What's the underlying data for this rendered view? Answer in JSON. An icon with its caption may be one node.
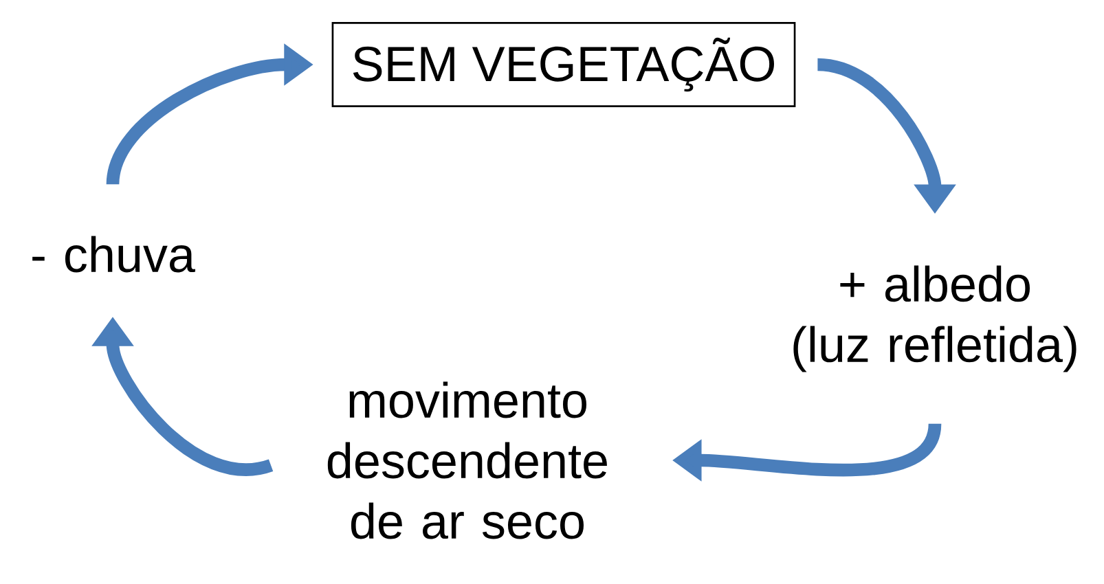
{
  "diagram": {
    "nodes": [
      {
        "text": [
          "SEM VEGETAÇÃO"
        ]
      },
      {
        "text": [
          "+ albedo (luz refletida)"
        ]
      },
      {
        "text": [
          "movimento descendente de ar seco"
        ]
      },
      {
        "text": [
          "- chuva"
        ]
      }
    ],
    "edges": [
      {
        "from": 0,
        "to": 1,
        "arrow": "to"
      },
      {
        "from": 1,
        "to": 2,
        "arrow": "to"
      },
      {
        "from": 2,
        "to": 3,
        "arrow": "to"
      },
      {
        "from": 3,
        "to": 0,
        "arrow": "to"
      }
    ]
  }
}
